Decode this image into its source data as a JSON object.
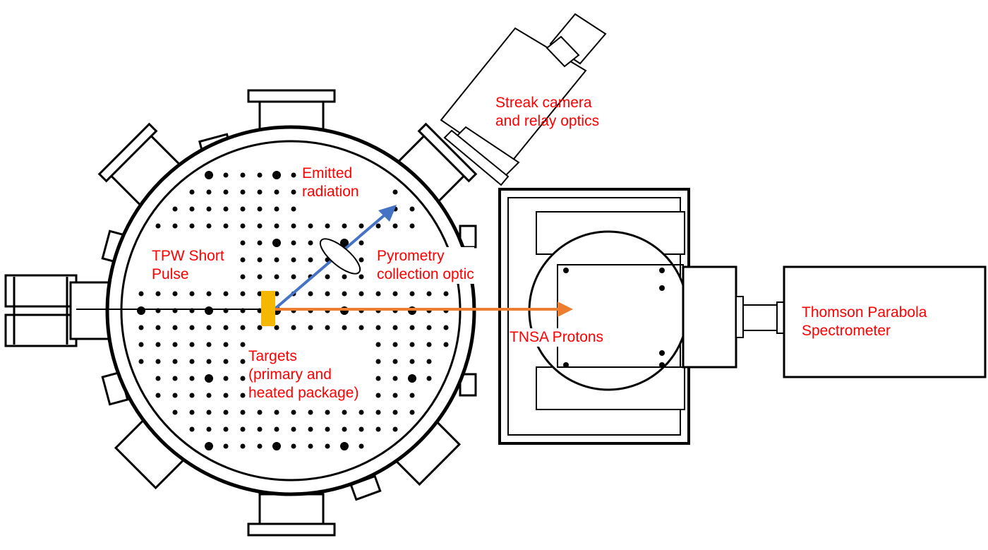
{
  "colors": {
    "line": "#000000",
    "label": "#ff0000",
    "emitted_arrow": "#4472c4",
    "proton_arrow": "#ed7d31",
    "target": "#f5b800"
  },
  "labels": {
    "streak_camera": "Streak camera\nand relay optics",
    "emitted_radiation": "Emitted\nradiation",
    "tpw_short_pulse": "TPW Short\nPulse",
    "pyrometry": "Pyrometry\ncollection optic",
    "tnsa_protons": "TNSA Protons",
    "targets": "Targets\n(primary and\nheated package)",
    "thomson_parabola": "Thomson Parabola\nSpectrometer"
  }
}
